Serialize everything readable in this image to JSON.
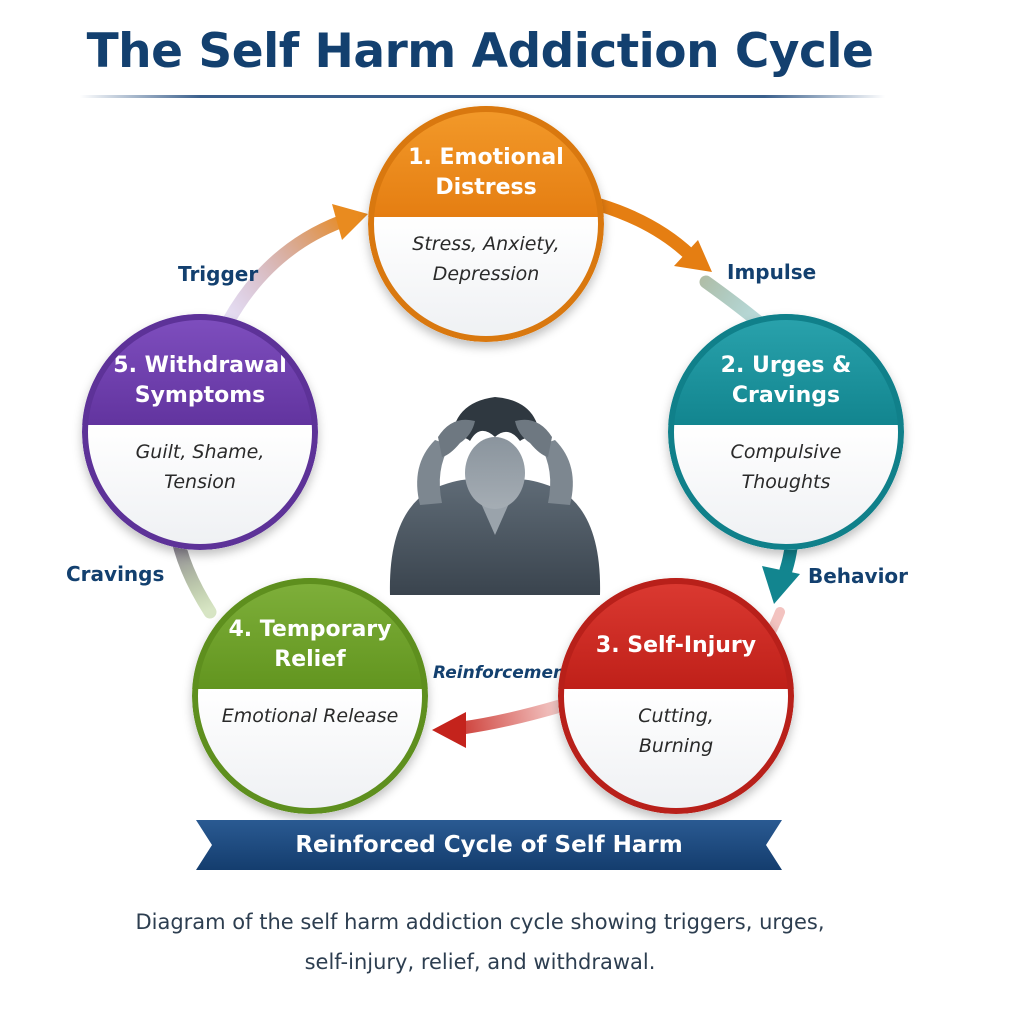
{
  "title": "The Self Harm Addiction Cycle",
  "nodes": [
    {
      "number_title": "1. Emotional",
      "title_line2": "Distress",
      "desc_line1": "Stress, Anxiety,",
      "desc_line2": "Depression",
      "color": "#e57e12"
    },
    {
      "number_title": "2. Urges &",
      "title_line2": "Cravings",
      "desc_line1": "Compulsive",
      "desc_line2": "Thoughts",
      "color": "#12858f"
    },
    {
      "number_title": "3. Self-Injury",
      "title_line2": "",
      "desc_line1": "Cutting,",
      "desc_line2": "Burning",
      "color": "#bf2019"
    },
    {
      "number_title": "4. Temporary",
      "title_line2": "Relief",
      "desc_line1": "Emotional Release",
      "desc_line2": "",
      "color": "#62951f"
    },
    {
      "number_title": "5. Withdrawal",
      "title_line2": "Symptoms",
      "desc_line1": "Guilt, Shame,",
      "desc_line2": "Tension",
      "color": "#62349f"
    }
  ],
  "arrows": {
    "trigger": "Trigger",
    "impulse": "Impulse",
    "behavior": "Behavior",
    "reinforcement": "Reinforcement",
    "cravings": "Cravings"
  },
  "center_icon": "distressed-person-icon",
  "banner": "Reinforced Cycle of Self Harm",
  "caption": {
    "line1": "Diagram of the self harm addiction cycle showing triggers, urges,",
    "line2": "self-injury, relief, and withdrawal."
  }
}
